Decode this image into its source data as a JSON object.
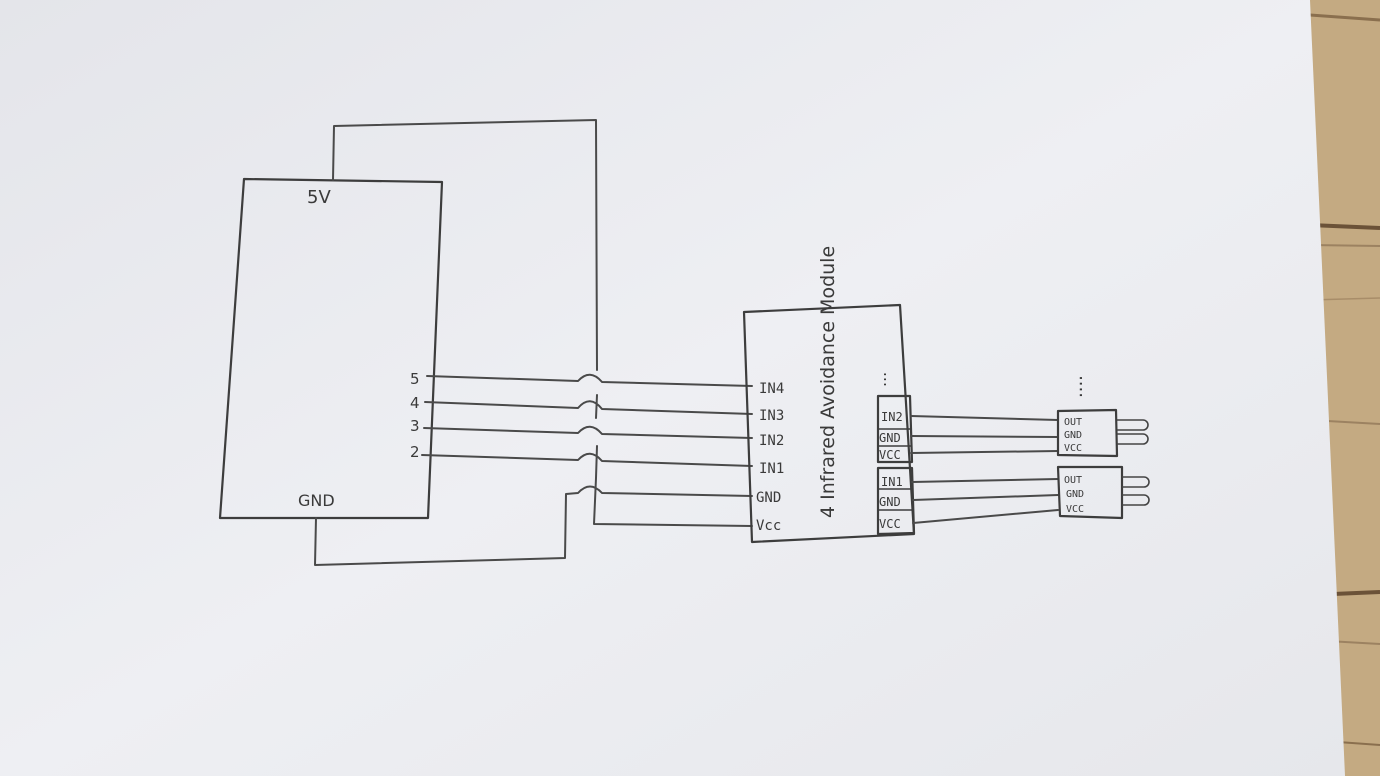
{
  "diagram": {
    "colors": {
      "paper": "#ecedf1",
      "ink": "#3d3d3d",
      "wood": "#c9b08a"
    },
    "controller": {
      "power_label": "5V",
      "ground_label": "GND",
      "pins": [
        "5",
        "4",
        "3",
        "2"
      ]
    },
    "module": {
      "title": "4 Infrared Avoidance Module",
      "left_pins": [
        "IN4",
        "IN3",
        "IN2",
        "IN1",
        "GND",
        "Vcc"
      ],
      "right_top_pins": [
        "IN2",
        "GND",
        "VCC"
      ],
      "right_bottom_pins": [
        "IN1",
        "GND",
        "VCC"
      ],
      "more_indicator": "..."
    },
    "sensors": [
      {
        "pins": [
          "OUT",
          "GND",
          "VCC"
        ]
      },
      {
        "pins": [
          "OUT",
          "GND",
          "VCC"
        ]
      }
    ],
    "sensors_more_indicator": "...."
  }
}
